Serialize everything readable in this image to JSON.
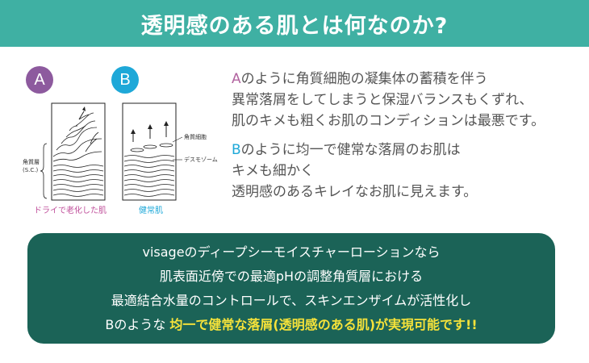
{
  "header": {
    "title": "透明感のある肌とは何なのか?"
  },
  "illustration": {
    "badge_a": "A",
    "badge_b": "B",
    "label_stratum": "角質層",
    "label_sc": "(S.C.)",
    "label_kakushitsu_cell": "角質細胞",
    "label_desmosome": "デスモゾーム",
    "caption_a": "ドライで老化した肌",
    "caption_b": "健常肌"
  },
  "text": {
    "para_a": {
      "marker": "A",
      "line1": "のように角質細胞の凝集体の蓄積を伴う",
      "line2": "異常落屑をしてしまうと保湿バランスもくずれ、",
      "line3": "肌のキメも粗くお肌のコンディションは最悪です。"
    },
    "para_b": {
      "marker": "B",
      "line1": "のように均一で健常な落屑のお肌は",
      "line2": "キメも細かく",
      "line3": "透明感のあるキレイなお肌に見えます。"
    }
  },
  "bottom": {
    "line1": "visageのディープシーモイスチャーローションなら",
    "line2": "肌表面近傍での最適pHの調整角質層における",
    "line3": "最適結合水量のコントロールで、スキンエンザイムが活性化し",
    "line4_prefix": "Bのような",
    "line4_highlight": "均一で健常な落屑(透明感のある肌)が実現可能です!!"
  },
  "colors": {
    "header_bg": "#3fb0a3",
    "box_bg": "#1b6357",
    "highlight": "#f5e23a",
    "accent_a": "#b264a0",
    "accent_b": "#1ea8d8"
  }
}
